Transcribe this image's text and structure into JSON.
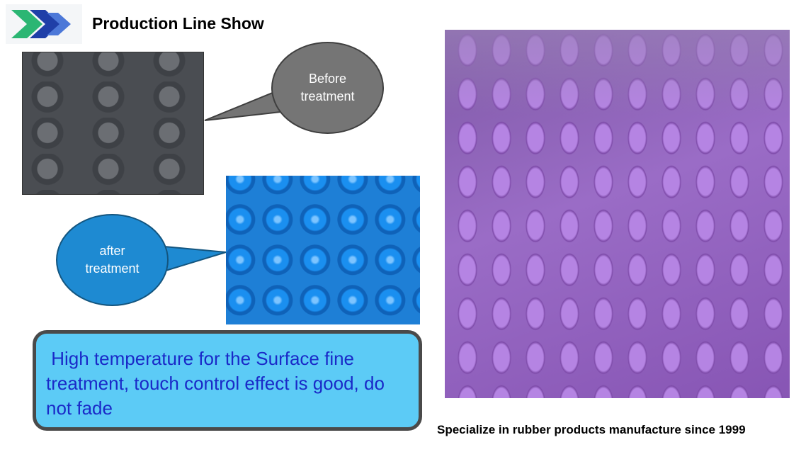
{
  "header": {
    "title": "Production Line Show"
  },
  "bubbles": {
    "before_line1": "Before",
    "before_line2": "treatment",
    "after_line1": "after",
    "after_line2": "treatment"
  },
  "callout": {
    "text": " High temperature for the Surface fine treatment, touch control effect is good, do not fade"
  },
  "caption": "Specialize in rubber products manufacture since 1999",
  "colors": {
    "callout_bg": "#5ccbf6",
    "callout_text": "#1a2ac8",
    "bubble_before": "#757575",
    "bubble_after": "#1e8ad2",
    "logo_green": "#2bb673",
    "logo_blue": "#1f3fa8"
  }
}
